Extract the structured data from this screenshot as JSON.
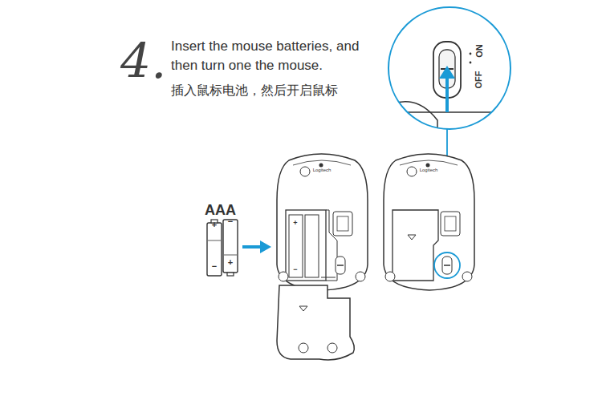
{
  "diagram": {
    "labels": [
      "4.",
      "Insert the mouse batteries, and then turn one the mouse.",
      "插入鼠标电池，然后开启鼠标",
      "ON",
      "OFF",
      "AAA",
      "+",
      "−",
      "−",
      "+",
      "+",
      "−",
      "Logitech",
      "Logitech"
    ]
  }
}
